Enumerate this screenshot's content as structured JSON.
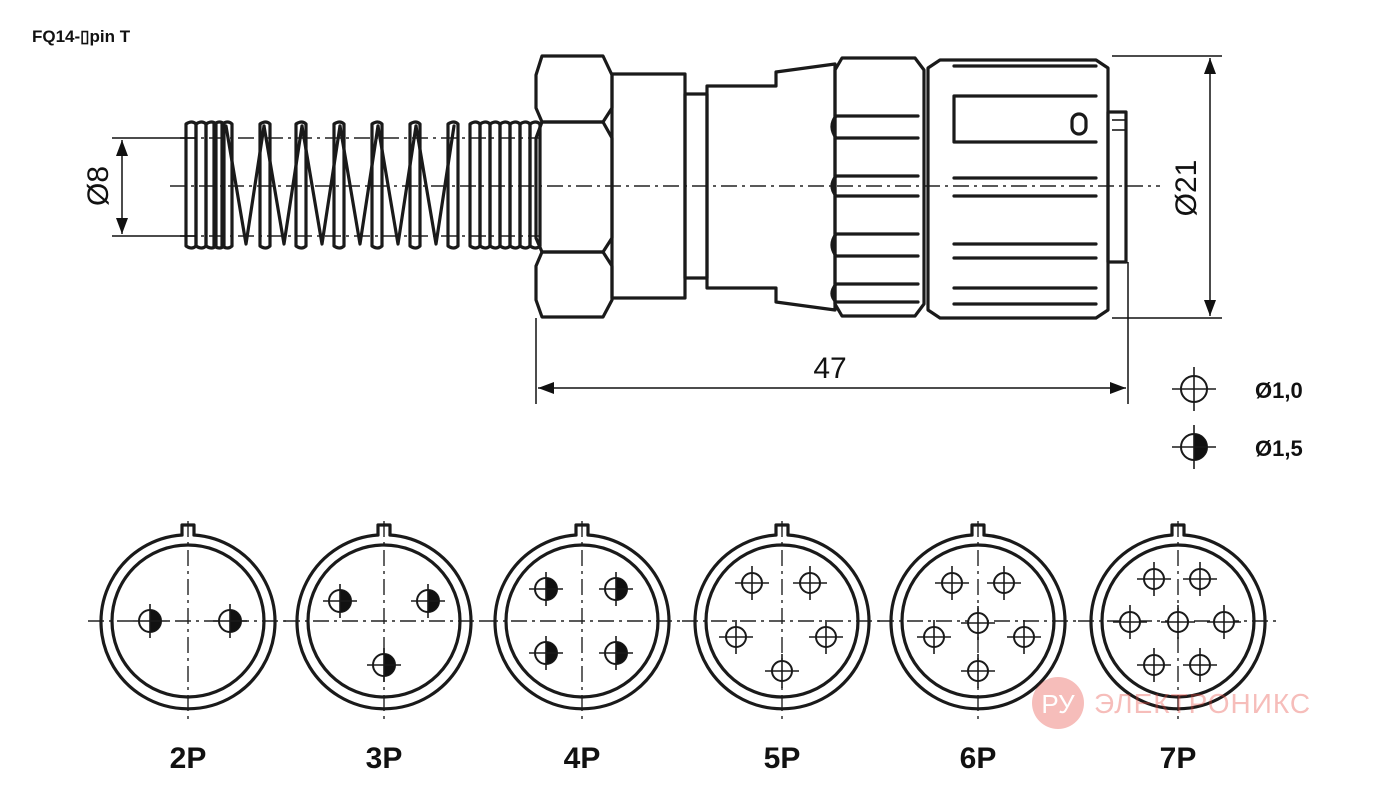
{
  "title": "FQ14-▯pin T",
  "dimensions": {
    "cable_diameter": "Ø8",
    "body_diameter": "Ø21",
    "length": "47"
  },
  "legend": [
    {
      "symbol": "crosshair-pin-icon",
      "label": "Ø1,0"
    },
    {
      "symbol": "half-filled-pin-icon",
      "label": "Ø1,5"
    }
  ],
  "pin_layouts": [
    {
      "label": "2P",
      "pins": 2,
      "pin_style": "half-filled"
    },
    {
      "label": "3P",
      "pins": 3,
      "pin_style": "half-filled"
    },
    {
      "label": "4P",
      "pins": 4,
      "pin_style": "half-filled"
    },
    {
      "label": "5P",
      "pins": 5,
      "pin_style": "crosshair"
    },
    {
      "label": "6P",
      "pins": 6,
      "pin_style": "crosshair"
    },
    {
      "label": "7P",
      "pins": 7,
      "pin_style": "crosshair"
    }
  ],
  "watermark": {
    "badge": "РУ",
    "text": "ЭЛЕКТРОНИКС",
    "color": "#e8453c"
  }
}
